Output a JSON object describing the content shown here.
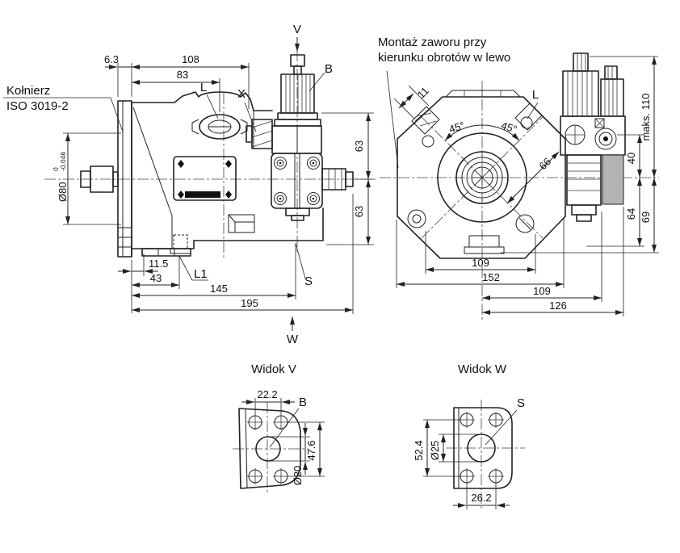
{
  "page": {
    "background": "#ffffff",
    "line_color": "#222222",
    "plate_gray": "#b3b3b3"
  },
  "annotations": {
    "flange_label": {
      "line1": "Kołnierz",
      "line2": "ISO 3019-2"
    },
    "valve_note": {
      "line1": "Montaż zaworu przy",
      "line2": "kierunku obrotów w lewo"
    }
  },
  "side_view": {
    "dims": {
      "flange_thickness": "6.3",
      "length_to_valve": "108",
      "length_to_port_l": "83",
      "shaft_diameter": "Ø80",
      "shaft_tol_upper": "0",
      "shaft_tol_lower": "-0.046",
      "height_upper": "63",
      "height_lower": "63",
      "drain_offset": "11.5",
      "port_l1_offset": "43",
      "port_s_offset": "145",
      "overall_length": "195"
    },
    "ports": {
      "v": "V",
      "b": "B",
      "l": "L",
      "x": "X",
      "l1": "L1",
      "s": "S",
      "w": "W"
    }
  },
  "front_view": {
    "dims": {
      "boss_width": "11",
      "angle_left": "45°",
      "angle_right": "45°",
      "diag_to_face": "66",
      "max_height": "maks. 110",
      "port_x_height": "40",
      "below_center_inner": "64",
      "below_center_outer": "69",
      "bolt_span": "109",
      "body_width": "152",
      "center_to_valve_face": "109",
      "center_to_valve_outer": "126"
    },
    "ports": {
      "l": "L"
    }
  },
  "view_v": {
    "title": "Widok V",
    "dims": {
      "hole_spacing": "22.2",
      "vertical_spacing": "47.6",
      "bore": "Ø20"
    },
    "ports": {
      "b": "B"
    }
  },
  "view_w": {
    "title": "Widok W",
    "dims": {
      "vertical_spacing": "52.4",
      "bore": "Ø25",
      "hole_spacing": "26.2"
    },
    "ports": {
      "s": "S"
    }
  }
}
